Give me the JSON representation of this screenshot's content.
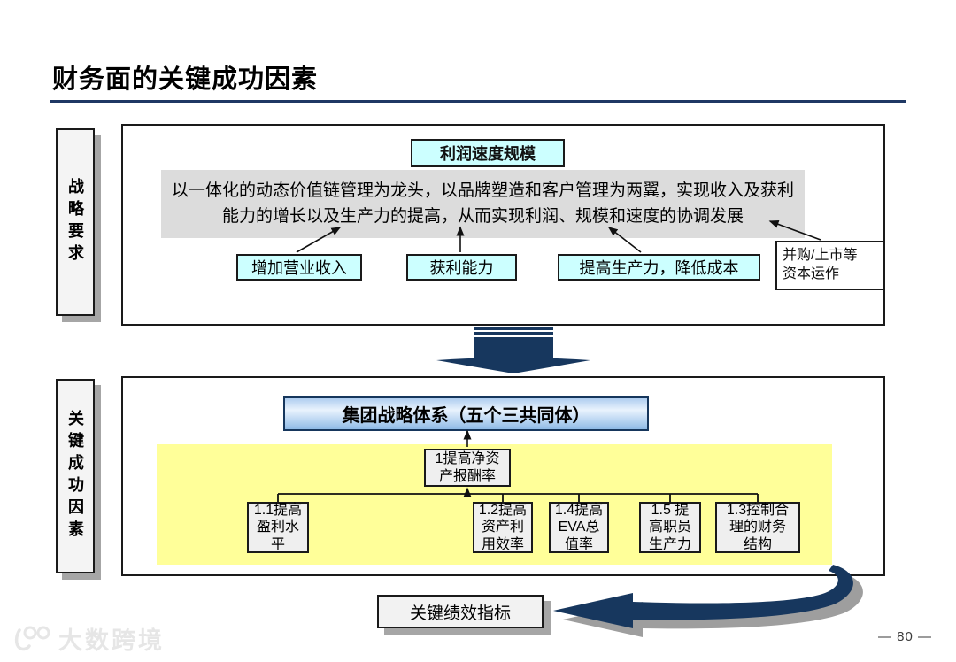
{
  "page": {
    "title": "财务面的关键成功因素",
    "page_number": "— 80 —",
    "watermark": "大数跨境"
  },
  "colors": {
    "accent_navy": "#17375E",
    "underline_blue": "#1F3864",
    "box_cyan": "#CCFFFF",
    "highlight_yellow": "#FFFF99",
    "panel_gray": "#DCDCDC",
    "node_gray": "#EFEFEF",
    "shadow_gray": "#A6A6A6"
  },
  "strategy": {
    "sidebar_label": "战略要求",
    "header_box": "利润速度规模",
    "paragraph": "以一体化的动态价值链管理为龙头，以品牌塑造和客户管理为两翼，实现收入及获利能力的增长以及生产力的提高，从而实现利润、规模和速度的协调发展",
    "factors": [
      "增加营业收入",
      "获利能力",
      "提高生产力，降低成本"
    ],
    "side_box": "并购/上市等\n资本运作"
  },
  "ksf": {
    "sidebar_label": "关键成功因素",
    "header_box": "集团战略体系（五个三共同体）",
    "root": "1提高净资\n产报酬率",
    "children": [
      "1.1提高\n盈利水\n平",
      "1.2提高\n资产利\n用效率",
      "1.4提高\nEVA总\n值率",
      "1.5 提\n高职员\n生产力",
      "1.3控制合\n理的财务\n结构"
    ]
  },
  "kpi": {
    "label": "关键绩效指标"
  }
}
